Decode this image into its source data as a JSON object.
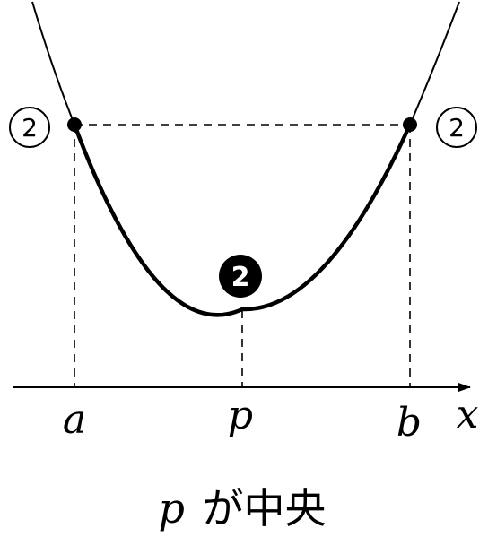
{
  "diagram": {
    "labels": {
      "a": "a",
      "p": "p",
      "b": "b",
      "x_axis": "x"
    },
    "markers": {
      "left_value": "2",
      "right_value": "2",
      "vertex_value": "2"
    },
    "caption": {
      "variable": "p",
      "text": "が中央"
    },
    "colors": {
      "ink": "#000000",
      "background": "#ffffff"
    }
  }
}
